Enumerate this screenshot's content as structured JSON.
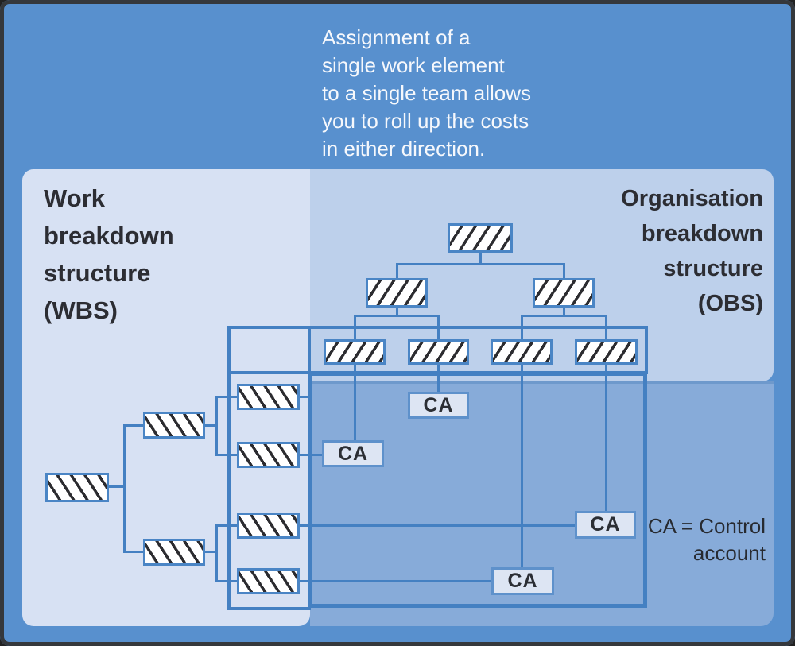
{
  "caption": {
    "lines": [
      "Assignment of a",
      "single work element",
      "to a single team allows",
      "you to roll up the costs",
      "in either direction."
    ]
  },
  "wbs": {
    "title_lines": [
      "Work",
      "breakdown",
      "structure",
      "(WBS)"
    ]
  },
  "obs": {
    "title_lines": [
      "Organisation",
      "breakdown",
      "structure",
      "(OBS)"
    ]
  },
  "legend": {
    "lines": [
      "CA = Control",
      "account"
    ]
  },
  "ca": {
    "label": "CA"
  },
  "colors": {
    "background": "#5890ce",
    "outer_border": "#35383c",
    "wbs_panel": "#d7e1f3",
    "obs_panel": "#bdd0eb",
    "lower_panel": "#87abd9",
    "connector": "#4480c2",
    "box_border": "#4a85c5",
    "box_fill": "#ffffff",
    "hatch_stroke": "#2c2c30",
    "ca_fill": "#dde5f3",
    "ca_border": "#5e91cb",
    "caption_text": "#f6f8fc",
    "label_text": "#2c2d33"
  }
}
